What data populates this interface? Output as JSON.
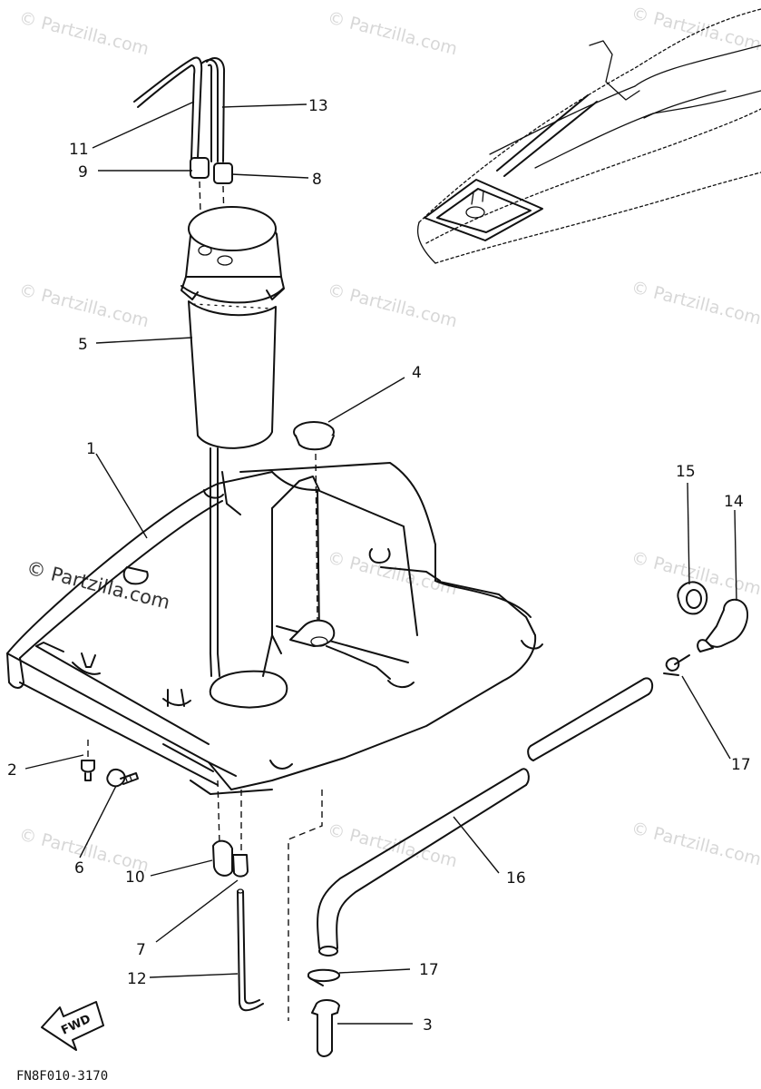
{
  "diagram": {
    "figure_code": "FN8F010-3170",
    "direction_label": "FWD",
    "watermark_text": "© Partzilla.com",
    "labels": [
      {
        "id": "1",
        "text": "1"
      },
      {
        "id": "2",
        "text": "2"
      },
      {
        "id": "3",
        "text": "3"
      },
      {
        "id": "4",
        "text": "4"
      },
      {
        "id": "5",
        "text": "5"
      },
      {
        "id": "6",
        "text": "6"
      },
      {
        "id": "7",
        "text": "7"
      },
      {
        "id": "8",
        "text": "8"
      },
      {
        "id": "9",
        "text": "9"
      },
      {
        "id": "10",
        "text": "10"
      },
      {
        "id": "11",
        "text": "11"
      },
      {
        "id": "12",
        "text": "12"
      },
      {
        "id": "13",
        "text": "13"
      },
      {
        "id": "14",
        "text": "14"
      },
      {
        "id": "15",
        "text": "15"
      },
      {
        "id": "16",
        "text": "16"
      },
      {
        "id": "17a",
        "text": "17"
      },
      {
        "id": "17b",
        "text": "17"
      }
    ]
  },
  "colors": {
    "line": "#111111",
    "watermark": "#b8b8b8",
    "background": "#ffffff"
  }
}
